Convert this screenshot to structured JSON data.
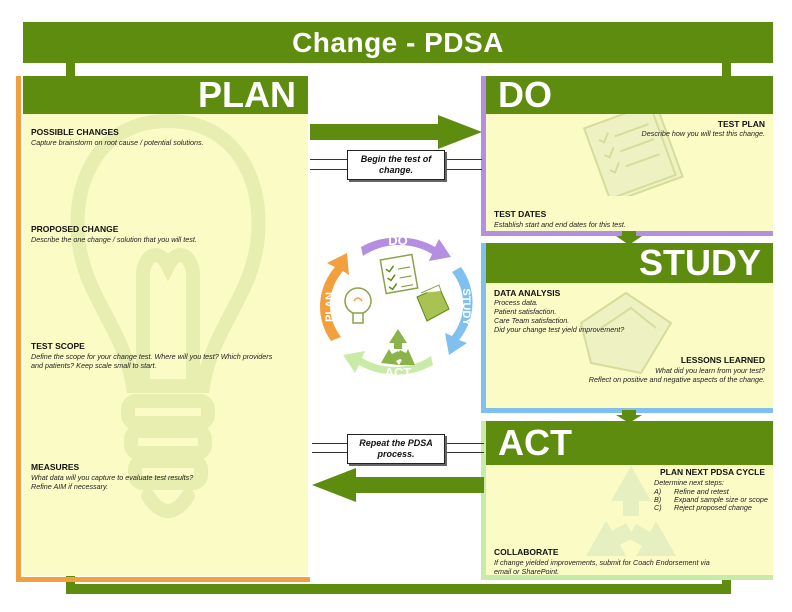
{
  "title": "Change - PDSA",
  "plan": {
    "heading": "PLAN",
    "possible_changes": {
      "label": "POSSIBLE CHANGES",
      "text": "Capture brainstorm on root cause / potential solutions."
    },
    "proposed_change": {
      "label": "PROPOSED CHANGE",
      "text": "Describe the one change / solution that you will test."
    },
    "test_scope": {
      "label": "TEST SCOPE",
      "line1": "Define the scope for your change test. Where will you test? Which providers",
      "line2": "and patients? Keep scale small to start."
    },
    "measures": {
      "label": "MEASURES",
      "line1": "What data will you capture to evaluate test results?",
      "line2": "Refine AIM if necessary."
    }
  },
  "do": {
    "heading": "DO",
    "test_plan": {
      "label": "TEST PLAN",
      "text": "Describe how you will test this change."
    },
    "test_dates": {
      "label": "TEST DATES",
      "text": "Establish start and end dates for this test."
    }
  },
  "study": {
    "heading": "STUDY",
    "data_analysis": {
      "label": "DATA ANALYSIS",
      "lines": [
        "Process data.",
        "Patient satisfaction.",
        "Care Team satisfaction.",
        "Did your change test yield improvement?"
      ]
    },
    "lessons_learned": {
      "label": "LESSONS LEARNED",
      "line1": "What did you learn from your test?",
      "line2": "Reflect on positive and negative aspects of the change."
    }
  },
  "act": {
    "heading": "ACT",
    "plan_next": {
      "label": "PLAN NEXT PDSA CYCLE",
      "intro": "Determine next steps:",
      "items": [
        {
          "letter": "A)",
          "text": "Refine and retest"
        },
        {
          "letter": "B)",
          "text": "Expand sample size or scope"
        },
        {
          "letter": "C)",
          "text": "Reject proposed change"
        }
      ]
    },
    "collaborate": {
      "label": "COLLABORATE",
      "line1": "If change yielded improvements, submit for Coach Endorsement via",
      "line2": "email or SharePoint."
    }
  },
  "callouts": {
    "begin_line1": "Begin the test of",
    "begin_line2": "change.",
    "repeat_line1": "Repeat the PDSA",
    "repeat_line2": "process."
  },
  "cycle": {
    "do": "DO",
    "study": "STUDY",
    "act": "ACT",
    "plan": "PLAN"
  },
  "colors": {
    "green": "#5e8c0f",
    "panel": "#fbfbc6",
    "plan_accent": "#f2a03d",
    "do_accent": "#b48ee0",
    "study_accent": "#7fc0ef",
    "act_accent": "#c9eba8"
  },
  "icons": [
    "lightbulb-icon",
    "checklist-icon",
    "document-icon",
    "recycle-icon"
  ]
}
